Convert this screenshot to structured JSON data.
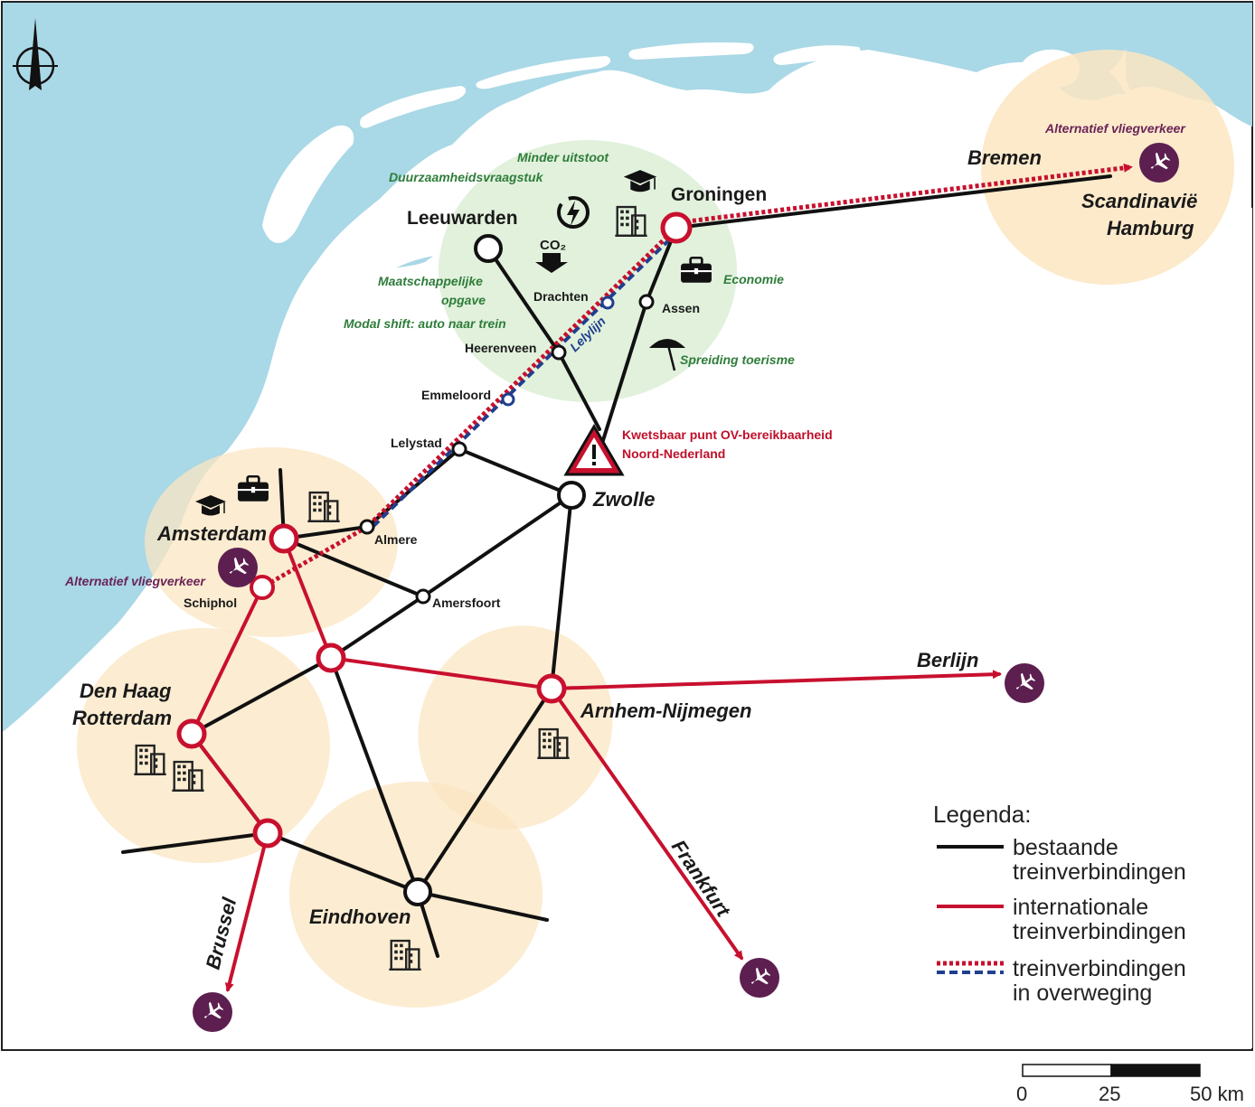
{
  "cities": {
    "leeuwarden": "Leeuwarden",
    "groningen": "Groningen",
    "zwolle": "Zwolle",
    "amsterdam": "Amsterdam",
    "den_haag": "Den Haag",
    "rotterdam": "Rotterdam",
    "arnhem_nijmegen": "Arnhem-Nijmegen",
    "eindhoven": "Eindhoven",
    "drachten": "Drachten",
    "assen": "Assen",
    "heerenveen": "Heerenveen",
    "emmeloord": "Emmeloord",
    "lelystad": "Lelystad",
    "almere": "Almere",
    "schiphol": "Schiphol",
    "amersfoort": "Amersfoort"
  },
  "destinations": {
    "bremen": "Bremen",
    "scandinavie": "Scandinavië",
    "hamburg": "Hamburg",
    "berlijn": "Berlijn",
    "frankfurt": "Frankfurt",
    "brussel": "Brussel"
  },
  "themes": {
    "minder_uitstoot": "Minder uitstoot",
    "duurzaamheid": "Duurzaamheidsvraagstuk",
    "co2": "CO₂",
    "maatschappelijk_1": "Maatschappelijke",
    "maatschappelijk_2": "opgave",
    "modal_shift": "Modal shift: auto naar trein",
    "economie": "Economie",
    "toerisme": "Spreiding toerisme"
  },
  "air": {
    "alt_north": "Alternatief vliegverkeer",
    "alt_schiphol": "Alternatief vliegverkeer"
  },
  "warning": {
    "line1": "Kwetsbaar punt OV-bereikbaarheid",
    "line2": "Noord-Nederland"
  },
  "lelylijn": "Lelylijn",
  "legend": {
    "title": "Legenda:",
    "existing_1": "bestaande",
    "existing_2": "treinverbindingen",
    "international_1": "internationale",
    "international_2": "treinverbindingen",
    "considered_1": "treinverbindingen",
    "considered_2": "in overweging"
  },
  "scale": {
    "zero": "0",
    "mid": "25",
    "end": "50 km"
  },
  "colors": {
    "sea": "#a9d8e6",
    "land": "#ffffff",
    "existing": "#111111",
    "international": "#c8102e",
    "considered_blue": "#1f3f8f",
    "north_zone": "#dcefd6",
    "urban_zone": "#fbe6c2",
    "airport": "#5c1f4f"
  },
  "icons": [
    "compass-icon",
    "airplane-icon",
    "office-building-icon",
    "briefcase-icon",
    "graduation-cap-icon",
    "umbrella-icon",
    "warning-icon",
    "renewable-energy-icon",
    "co2-down-icon"
  ]
}
